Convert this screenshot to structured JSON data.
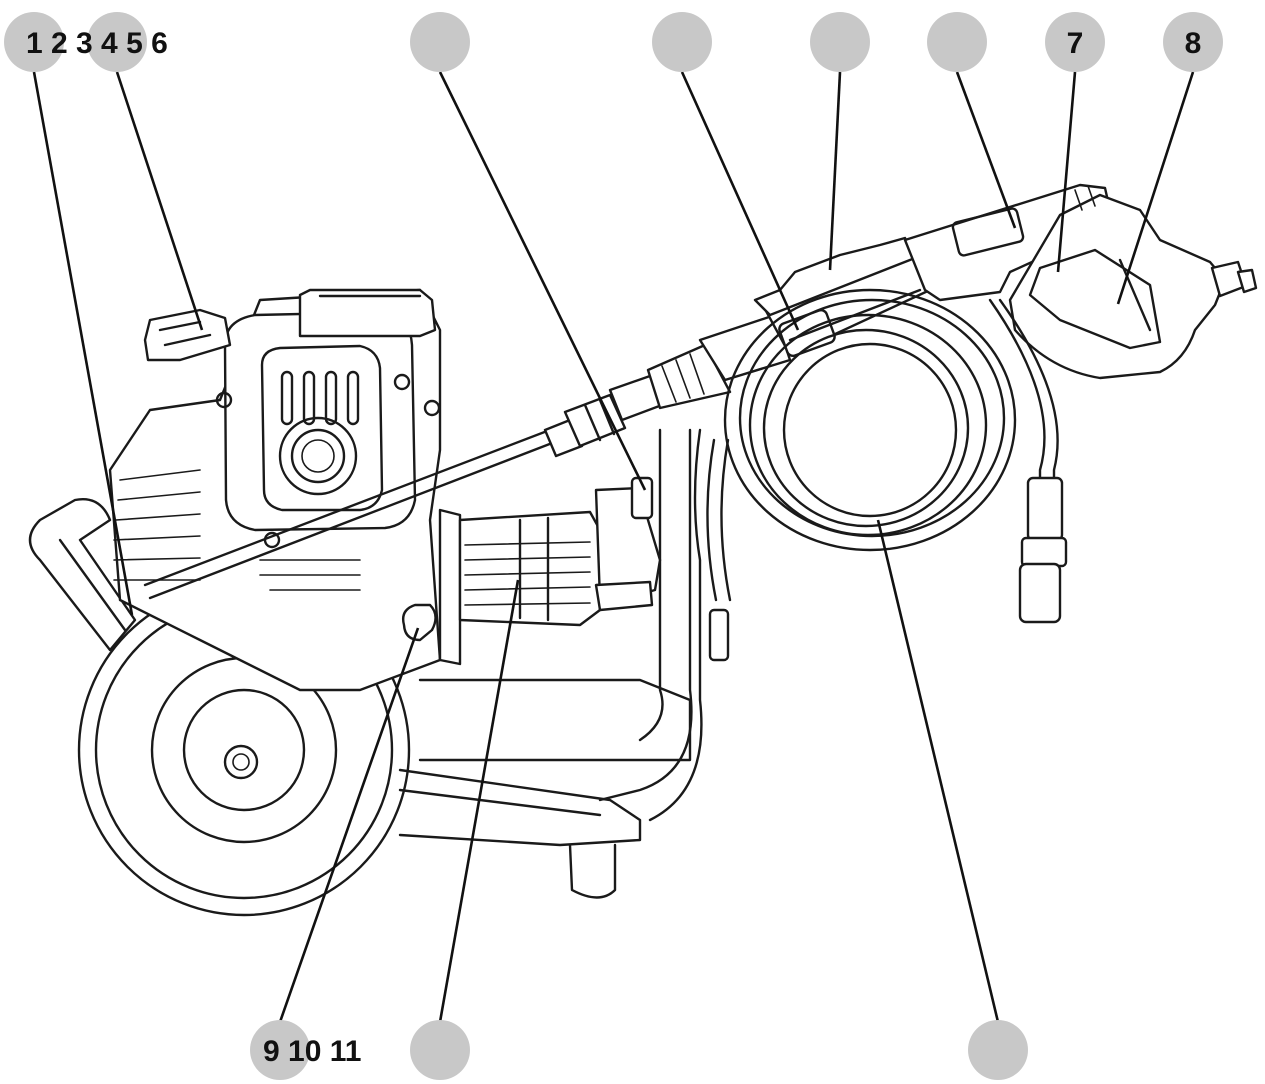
{
  "diagram": {
    "colors": {
      "callout_fill": "#c8c8c8",
      "ink": "#111111",
      "background": "#ffffff"
    },
    "callouts": [
      {
        "id": "c-top-1",
        "text": "1 2 3 4 5 6"
      },
      {
        "id": "c-top-2",
        "text": ""
      },
      {
        "id": "c-top-3",
        "text": ""
      },
      {
        "id": "c-top-4",
        "text": ""
      },
      {
        "id": "c-top-5",
        "text": ""
      },
      {
        "id": "c-top-6",
        "text": ""
      },
      {
        "id": "c-top-7",
        "text": "7"
      },
      {
        "id": "c-top-8",
        "text": "8"
      },
      {
        "id": "c-bot-1",
        "text": "9 10 11"
      },
      {
        "id": "c-bot-2",
        "text": ""
      },
      {
        "id": "c-bot-3",
        "text": ""
      }
    ]
  }
}
